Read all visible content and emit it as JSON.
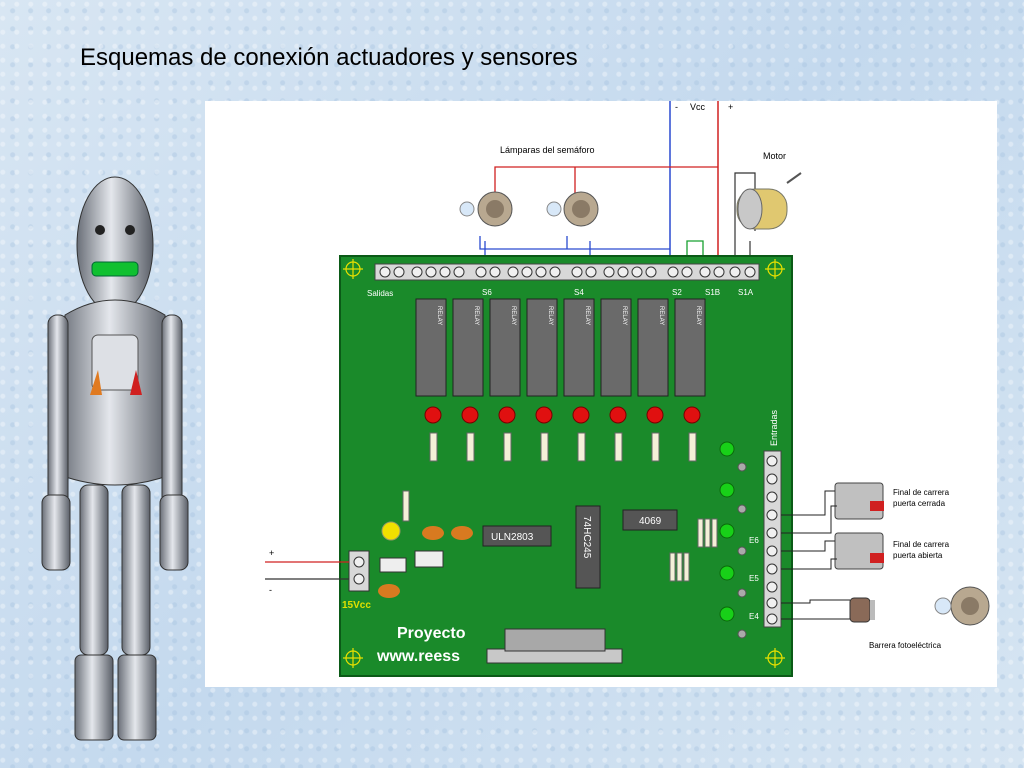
{
  "title": "Esquemas de conexión actuadores y sensores",
  "labels": {
    "vcc_minus": "-",
    "vcc": "Vcc",
    "vcc_plus": "+",
    "lamps": "Lámparas del semáforo",
    "motor": "Motor",
    "salidas": "Salidas",
    "s6": "S6",
    "s4": "S4",
    "s2": "S2",
    "s1b": "S1B",
    "s1a": "S1A",
    "relay": "RELAY",
    "entradas": "Entradas",
    "e6": "E6",
    "e5": "E5",
    "e4": "E4",
    "uln": "ULN2803",
    "hc": "74HC245",
    "cmos": "4069",
    "supply": "15Vcc",
    "plus": "+",
    "minus": "-",
    "proyecto": "Proyecto",
    "www": "www.reess",
    "limit_closed_1": "Final de carrera",
    "limit_closed_2": "puerta cerrada",
    "limit_open_1": "Final de carrera",
    "limit_open_2": "puerta abierta",
    "barrier": "Barrera fotoeléctrica"
  },
  "colors": {
    "pcb": "#1a8a2a",
    "wire_red": "#d02020",
    "wire_blue": "#2a4ad0",
    "led_red": "#e01010",
    "led_green": "#18d018"
  }
}
